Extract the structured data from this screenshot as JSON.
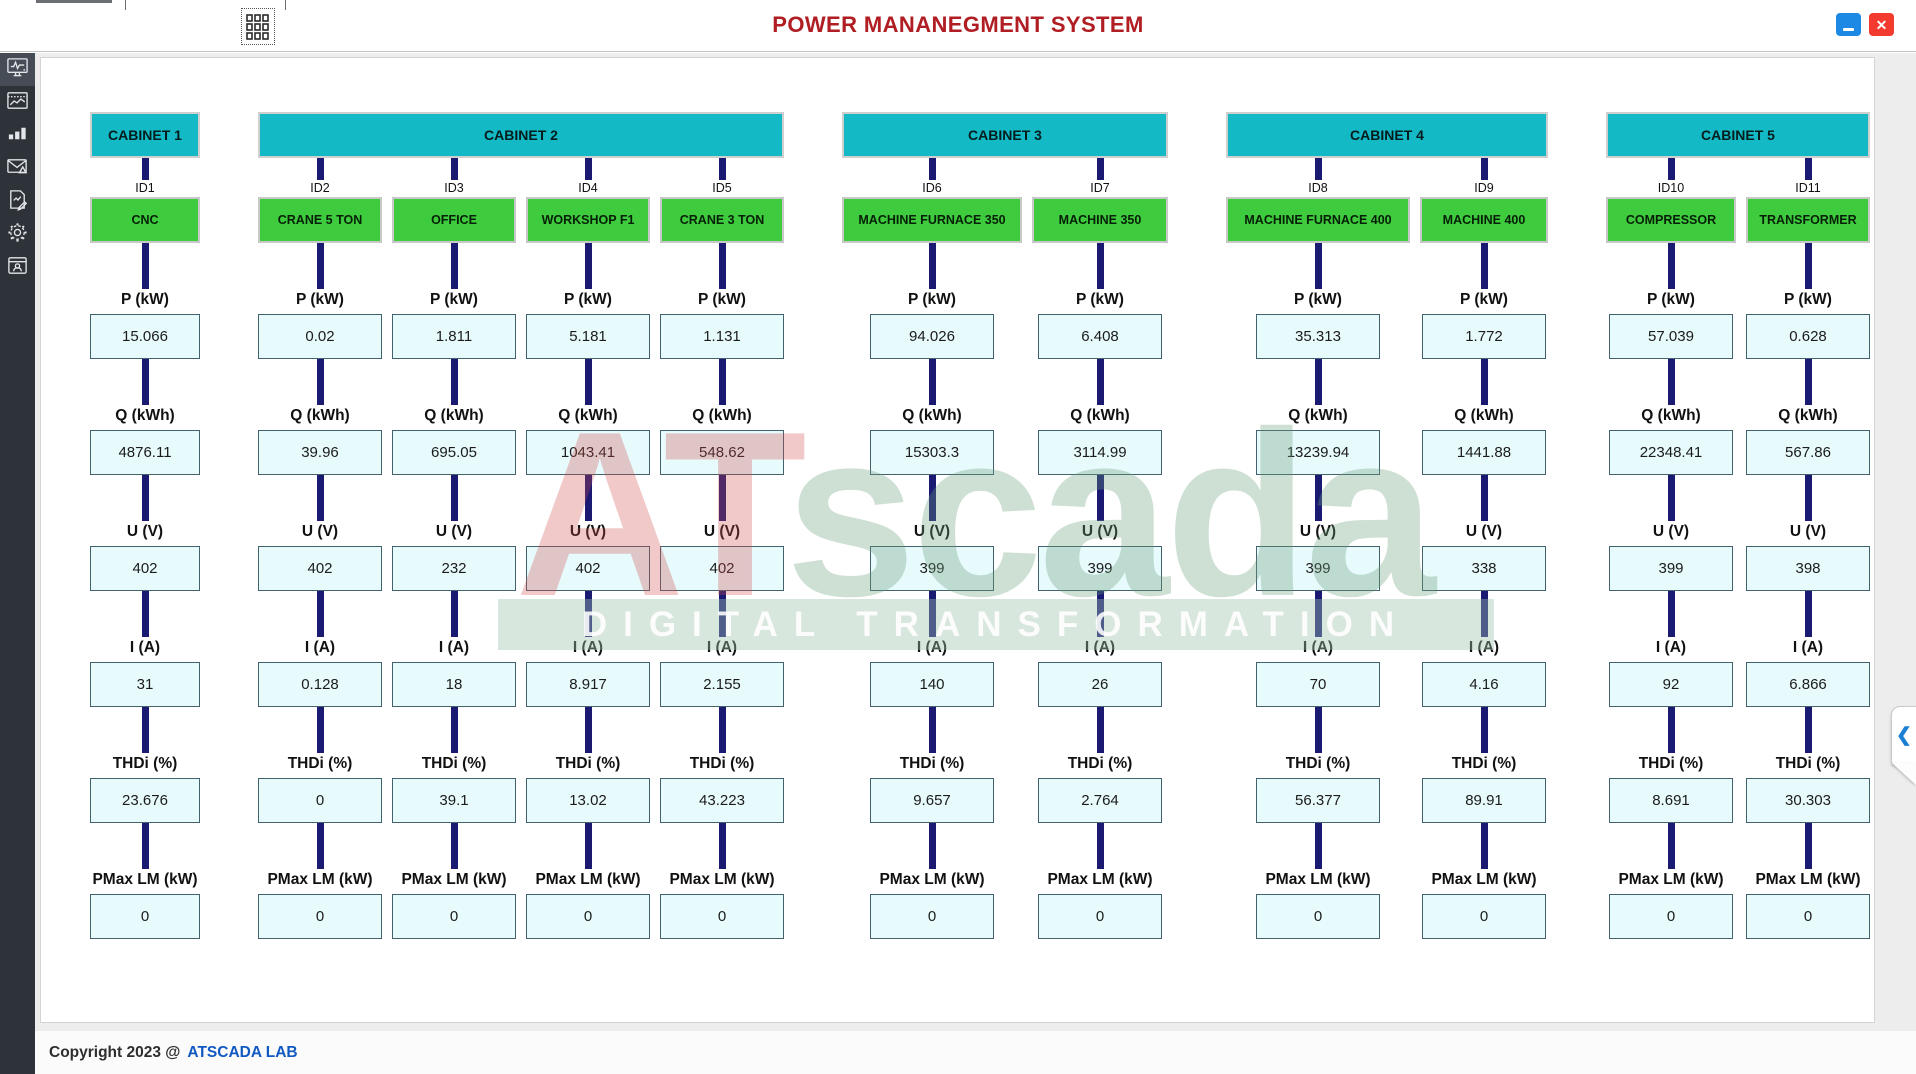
{
  "header": {
    "title": "POWER MANANEGMENT SYSTEM"
  },
  "window_controls": {
    "minimize": "minimize",
    "close": "close"
  },
  "sidebar": {
    "items": [
      {
        "icon": "monitor-waveform-icon",
        "active": true
      },
      {
        "icon": "trend-window-icon",
        "active": false
      },
      {
        "icon": "bar-chart-icon",
        "active": false
      },
      {
        "icon": "mail-alert-icon",
        "active": false
      },
      {
        "icon": "report-edit-icon",
        "active": false
      },
      {
        "icon": "settings-gear-icon",
        "active": false
      },
      {
        "icon": "user-account-icon",
        "active": false
      }
    ]
  },
  "metric_labels": [
    "P (kW)",
    "Q (kWh)",
    "U (V)",
    "I (A)",
    "THDi (%)",
    "PMax LM (kW)"
  ],
  "cabinets": [
    {
      "label": "CABINET 1",
      "devices": [
        {
          "id": "ID1",
          "name": "CNC",
          "values": [
            "15.066",
            "4876.11",
            "402",
            "31",
            "23.676",
            "0"
          ]
        }
      ]
    },
    {
      "label": "CABINET 2",
      "devices": [
        {
          "id": "ID2",
          "name": "CRANE 5 TON",
          "values": [
            "0.02",
            "39.96",
            "402",
            "0.128",
            "0",
            "0"
          ]
        },
        {
          "id": "ID3",
          "name": "OFFICE",
          "values": [
            "1.811",
            "695.05",
            "232",
            "18",
            "39.1",
            "0"
          ]
        },
        {
          "id": "ID4",
          "name": "WORKSHOP F1",
          "values": [
            "5.181",
            "1043.41",
            "402",
            "8.917",
            "13.02",
            "0"
          ]
        },
        {
          "id": "ID5",
          "name": "CRANE 3 TON",
          "values": [
            "1.131",
            "548.62",
            "402",
            "2.155",
            "43.223",
            "0"
          ]
        }
      ]
    },
    {
      "label": "CABINET 3",
      "devices": [
        {
          "id": "ID6",
          "name": "MACHINE FURNACE 350",
          "values": [
            "94.026",
            "15303.3",
            "399",
            "140",
            "9.657",
            "0"
          ]
        },
        {
          "id": "ID7",
          "name": "MACHINE 350",
          "values": [
            "6.408",
            "3114.99",
            "399",
            "26",
            "2.764",
            "0"
          ]
        }
      ]
    },
    {
      "label": "CABINET 4",
      "devices": [
        {
          "id": "ID8",
          "name": "MACHINE FURNACE 400",
          "values": [
            "35.313",
            "13239.94",
            "399",
            "70",
            "56.377",
            "0"
          ]
        },
        {
          "id": "ID9",
          "name": "MACHINE 400",
          "values": [
            "1.772",
            "1441.88",
            "338",
            "4.16",
            "89.91",
            "0"
          ]
        }
      ]
    },
    {
      "label": "CABINET 5",
      "devices": [
        {
          "id": "ID10",
          "name": "COMPRESSOR",
          "values": [
            "57.039",
            "22348.41",
            "399",
            "92",
            "8.691",
            "0"
          ]
        },
        {
          "id": "ID11",
          "name": "TRANSFORMER",
          "values": [
            "0.628",
            "567.86",
            "398",
            "6.866",
            "30.303",
            "0"
          ]
        }
      ]
    }
  ],
  "watermark": {
    "logo_part1": "AT",
    "logo_part2": "scada",
    "tagline": "DIGITAL TRANSFORMATION"
  },
  "footer": {
    "copyright": "Copyright 2023 @",
    "brand": "ATSCADA LAB"
  },
  "colors": {
    "title_red": "#b01d23",
    "cabinet_teal": "#14b9c6",
    "device_green": "#3ecb3e",
    "value_box_bg": "#e7fafc",
    "connector_navy": "#1a1a73",
    "sidebar_dark": "#2e333a",
    "minimize_blue": "#1e88e5",
    "close_red": "#f23a2e",
    "brand_blue": "#1059c2"
  }
}
